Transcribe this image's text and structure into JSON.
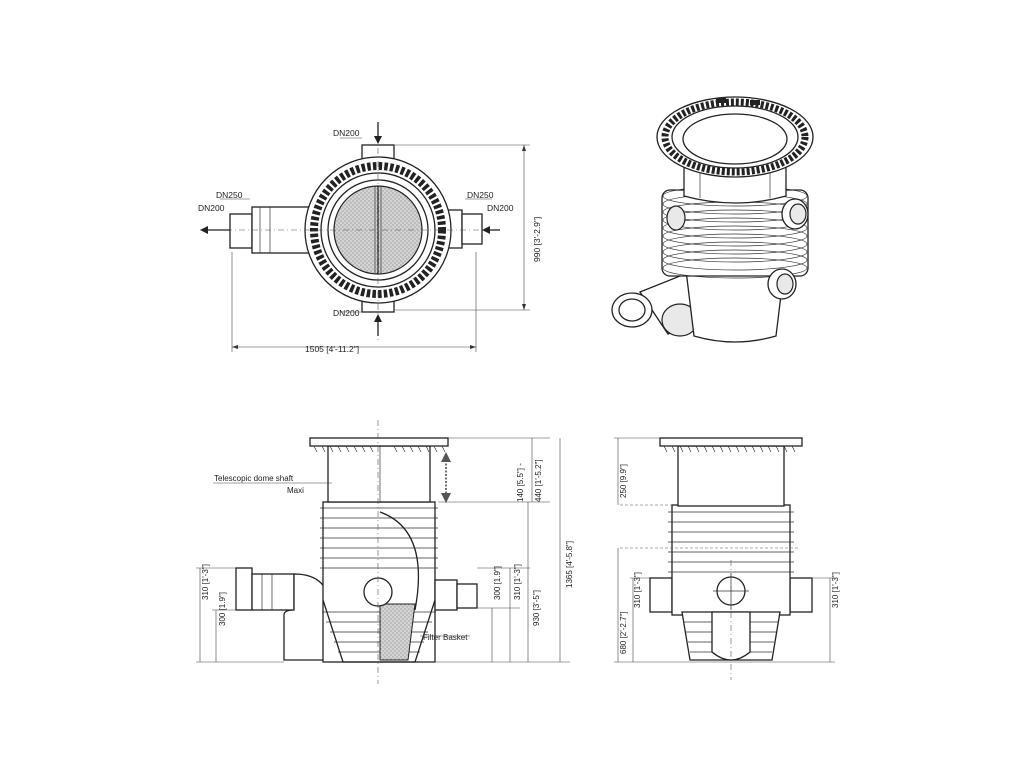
{
  "plan_view": {
    "top_inlet": "DN200",
    "bottom_inlet": "DN200",
    "left_outer": "DN250",
    "left_inner": "DN200",
    "right_outer": "DN250",
    "right_inner": "DN200",
    "width_dim": "1505 [4'-11.2\"]",
    "height_dim": "990 [3'-2.9\"]"
  },
  "section_view": {
    "shaft_label": "Telescopic dome shaft",
    "shaft_label_2": "Maxi",
    "filter_label": "Filter Basket",
    "dim_shaft_range": "140 [5.5\"] -",
    "dim_shaft_range_2": "440 [1'-5.2\"]",
    "dim_total": "1365 [4'-5.8\"]",
    "dim_930": "930 [3'-5\"]",
    "dim_310_right": "310 [1'-3\"]",
    "dim_300_right": "300 [1.9\"]",
    "dim_310_left": "310 [1'-3\"]",
    "dim_300_left": "300 [1.9\"]"
  },
  "side_view": {
    "dim_250": "250 [9.9\"]",
    "dim_680": "680 [2'-2.7\"]",
    "dim_310_left": "310 [1'-3\"]",
    "dim_310_right": "310 [1'-3\"]"
  }
}
